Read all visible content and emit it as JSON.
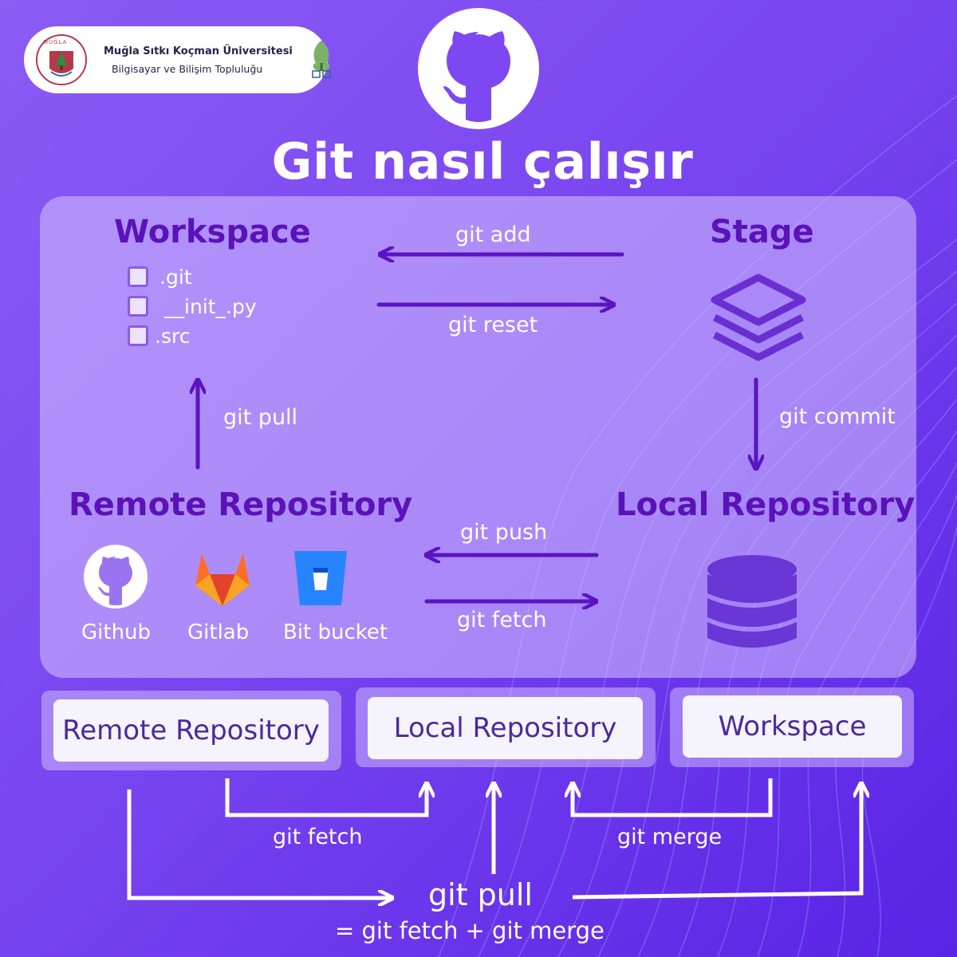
{
  "header": {
    "university": "Muğla Sıtkı Koçman Üniversitesi",
    "community": "Bilgisayar ve Bilişim Topluluğu",
    "seal_text": "MUĞLA",
    "title": "Git nasıl çalışır"
  },
  "panel": {
    "workspace": {
      "heading": "Workspace",
      "files": [
        ".git",
        "__init_.py",
        ".src"
      ]
    },
    "stage": {
      "heading": "Stage"
    },
    "local_repository": {
      "heading": "Local Repository"
    },
    "remote_repository": {
      "heading": "Remote Repository",
      "services": [
        "Github",
        "Gitlab",
        "Bit bucket"
      ]
    },
    "commands": {
      "add": "git add",
      "reset": "git reset",
      "commit": "git commit",
      "pull": "git pull",
      "push": "git push",
      "fetch": "git fetch"
    }
  },
  "bottom": {
    "boxes": [
      "Remote Repository",
      "Local Repository",
      "Workspace"
    ],
    "fetch": "git fetch",
    "merge": "git merge",
    "pull": "git pull",
    "pull_formula": "= git fetch + git merge"
  },
  "colors": {
    "heading": "#5b12b8",
    "arrow": "#5a14c0",
    "panel": "#d6c4ff"
  }
}
